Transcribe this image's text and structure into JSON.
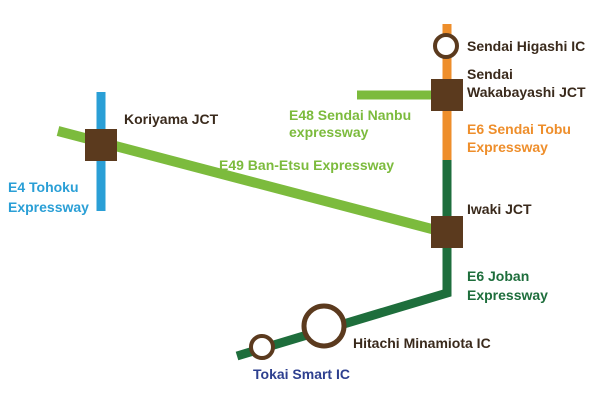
{
  "colors": {
    "e4": "#2a9fd6",
    "e49": "#7cbb3d",
    "e48": "#7cbb3d",
    "e6_tobu": "#ee8e2b",
    "e6_joban": "#1e6e3c",
    "node": "#5b3a1e",
    "text_dark": "#3a2a1c",
    "tokai_text": "#2d3f8f"
  },
  "nodes": {
    "koriyama_jct": "Koriyama JCT",
    "sendai_higashi_ic": "Sendai Higashi IC",
    "sendai_wakabayashi_jct": [
      "Sendai",
      "Wakabayashi JCT"
    ],
    "iwaki_jct": "Iwaki JCT",
    "hitachi_minamiota_ic": "Hitachi Minamiota IC",
    "tokai_smart_ic": "Tokai Smart IC"
  },
  "roads": {
    "e4": [
      "E4 Tohoku",
      "Expressway"
    ],
    "e48": [
      "E48 Sendai Nanbu",
      "expressway"
    ],
    "e49": "E49 Ban-Etsu Expressway",
    "e6_tobu": [
      "E6 Sendai Tobu",
      "Expressway"
    ],
    "e6_joban": [
      "E6 Joban",
      "Expressway"
    ]
  }
}
